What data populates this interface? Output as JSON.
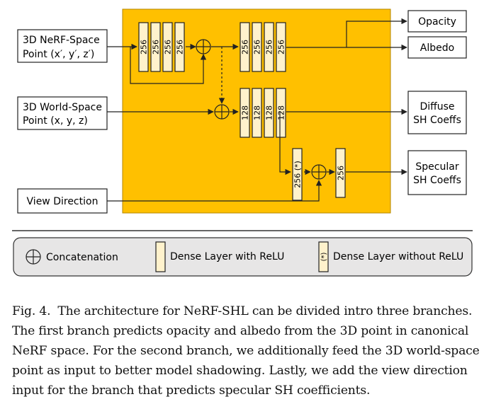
{
  "colors": {
    "panel": "#FFC000",
    "layer_fill": "#FFF2CC",
    "legend_bg": "#E7E6E6",
    "stroke": "#222222"
  },
  "inputs": {
    "nerf_point_line1": "3D NeRF-Space",
    "nerf_point_line2": "Point (x′, y′, z′)",
    "world_point_line1": "3D World-Space",
    "world_point_line2": "Point (x, y, z)",
    "view_direction": "View Direction"
  },
  "layers": {
    "branch1_a": [
      "256",
      "256",
      "256",
      "256"
    ],
    "branch1_b": [
      "256",
      "256",
      "256",
      "256"
    ],
    "branch2": [
      "128",
      "128",
      "128",
      "128"
    ],
    "branch3_pre": "256 (*)",
    "branch3_post": "256"
  },
  "outputs": {
    "opacity": "Opacity",
    "albedo": "Albedo",
    "diffuse_line1": "Diffuse",
    "diffuse_line2": "SH Coeffs",
    "specular_line1": "Specular",
    "specular_line2": "SH Coeffs"
  },
  "legend": {
    "concat": "Concatenation",
    "dense_relu": "Dense Layer with ReLU",
    "dense_no_relu": "Dense Layer without ReLU",
    "no_relu_marker": "(*)"
  },
  "caption": {
    "fig_label": "Fig. 4.",
    "text": "The architecture for NeRF-SHL can be divided intro three branches. The first branch predicts opacity and albedo from the 3D point in canonical NeRF space. For the second branch, we additionally feed the 3D world-space point as input to better model shadowing. Lastly, we add the view direction input for the branch that predicts specular SH coefficients."
  }
}
